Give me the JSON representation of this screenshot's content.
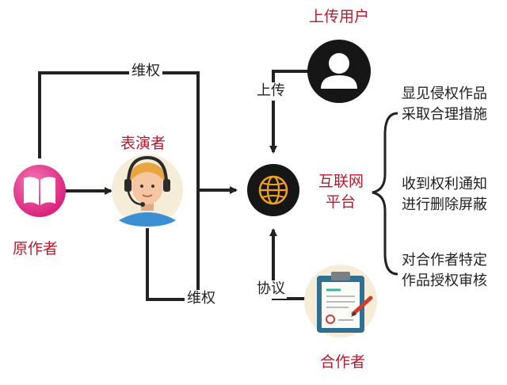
{
  "nodes": {
    "original_author": {
      "label": "原作者"
    },
    "performer": {
      "label": "表演者"
    },
    "platform": {
      "label_line1": "互联网",
      "label_line2": "平台"
    },
    "uploader": {
      "label": "上传用户"
    },
    "cooperator": {
      "label": "合作者"
    }
  },
  "edges": {
    "rights_top": "维权",
    "rights_bottom": "维权",
    "upload": "上传",
    "agreement": "协议"
  },
  "obligations": [
    {
      "line1": "显见侵权作品",
      "line2": "采取合理措施"
    },
    {
      "line1": "收到权利通知",
      "line2": "进行删除屏蔽"
    },
    {
      "line1": "对合作者特定",
      "line2": "作品授权审核"
    }
  ],
  "colors": {
    "author": "#e4378f",
    "dark": "#222222",
    "globe_ring": "#f0a21b",
    "label_red": "#b8192c"
  },
  "icons": {
    "original_author": "open-book-icon",
    "performer": "headset-avatar-icon",
    "uploader": "user-silhouette-icon",
    "platform": "globe-icon",
    "cooperator": "clipboard-contract-icon"
  }
}
